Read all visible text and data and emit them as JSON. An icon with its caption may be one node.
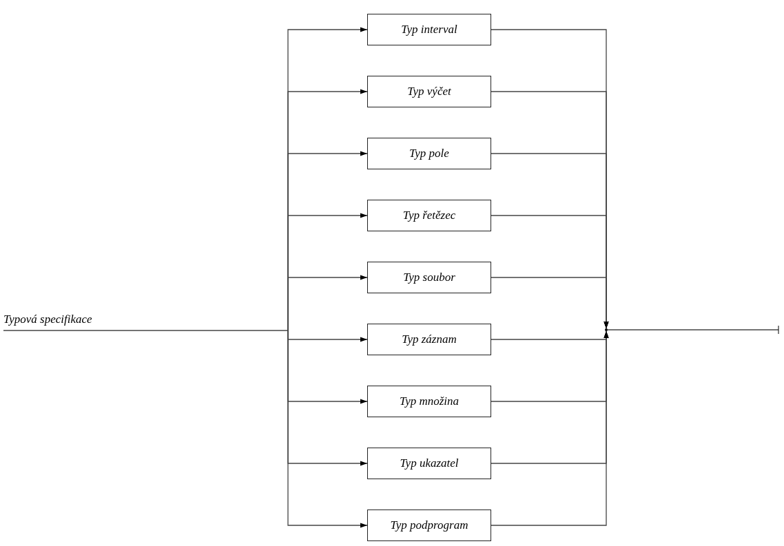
{
  "diagram": {
    "nodes": [
      {
        "text": [
          "Typová specifikace"
        ]
      },
      {
        "text": [
          "Typ interval"
        ]
      },
      {
        "text": [
          "Typ výčet"
        ]
      },
      {
        "text": [
          "Typ pole"
        ]
      },
      {
        "text": [
          "Typ řetězec"
        ]
      },
      {
        "text": [
          "Typ soubor"
        ]
      },
      {
        "text": [
          "Typ záznam"
        ]
      },
      {
        "text": [
          "Typ množina"
        ]
      },
      {
        "text": [
          "Typ ukazatel"
        ]
      },
      {
        "text": [
          "Typ podprogram"
        ]
      },
      {
        "text": [],
        "shape": "point"
      }
    ],
    "edges": [
      {
        "from": 0,
        "to": 1,
        "arrow": "to"
      },
      {
        "from": 0,
        "to": 2,
        "arrow": "to"
      },
      {
        "from": 0,
        "to": 3,
        "arrow": "to"
      },
      {
        "from": 0,
        "to": 4,
        "arrow": "to"
      },
      {
        "from": 0,
        "to": 5,
        "arrow": "to"
      },
      {
        "from": 0,
        "to": 6,
        "arrow": "to"
      },
      {
        "from": 0,
        "to": 7,
        "arrow": "to"
      },
      {
        "from": 0,
        "to": 8,
        "arrow": "to"
      },
      {
        "from": 0,
        "to": 9,
        "arrow": "to"
      },
      {
        "from": 1,
        "to": 10,
        "arrow": "to"
      },
      {
        "from": 2,
        "to": 10,
        "arrow": "to"
      },
      {
        "from": 3,
        "to": 10,
        "arrow": "to"
      },
      {
        "from": 4,
        "to": 10,
        "arrow": "to"
      },
      {
        "from": 5,
        "to": 10,
        "arrow": "to"
      },
      {
        "from": 6,
        "to": 10,
        "arrow": "to"
      },
      {
        "from": 7,
        "to": 10,
        "arrow": "to"
      },
      {
        "from": 8,
        "to": 10,
        "arrow": "to"
      },
      {
        "from": 9,
        "to": 10,
        "arrow": "to"
      },
      {
        "from": 10,
        "to": null,
        "arrow": "other"
      }
    ]
  }
}
